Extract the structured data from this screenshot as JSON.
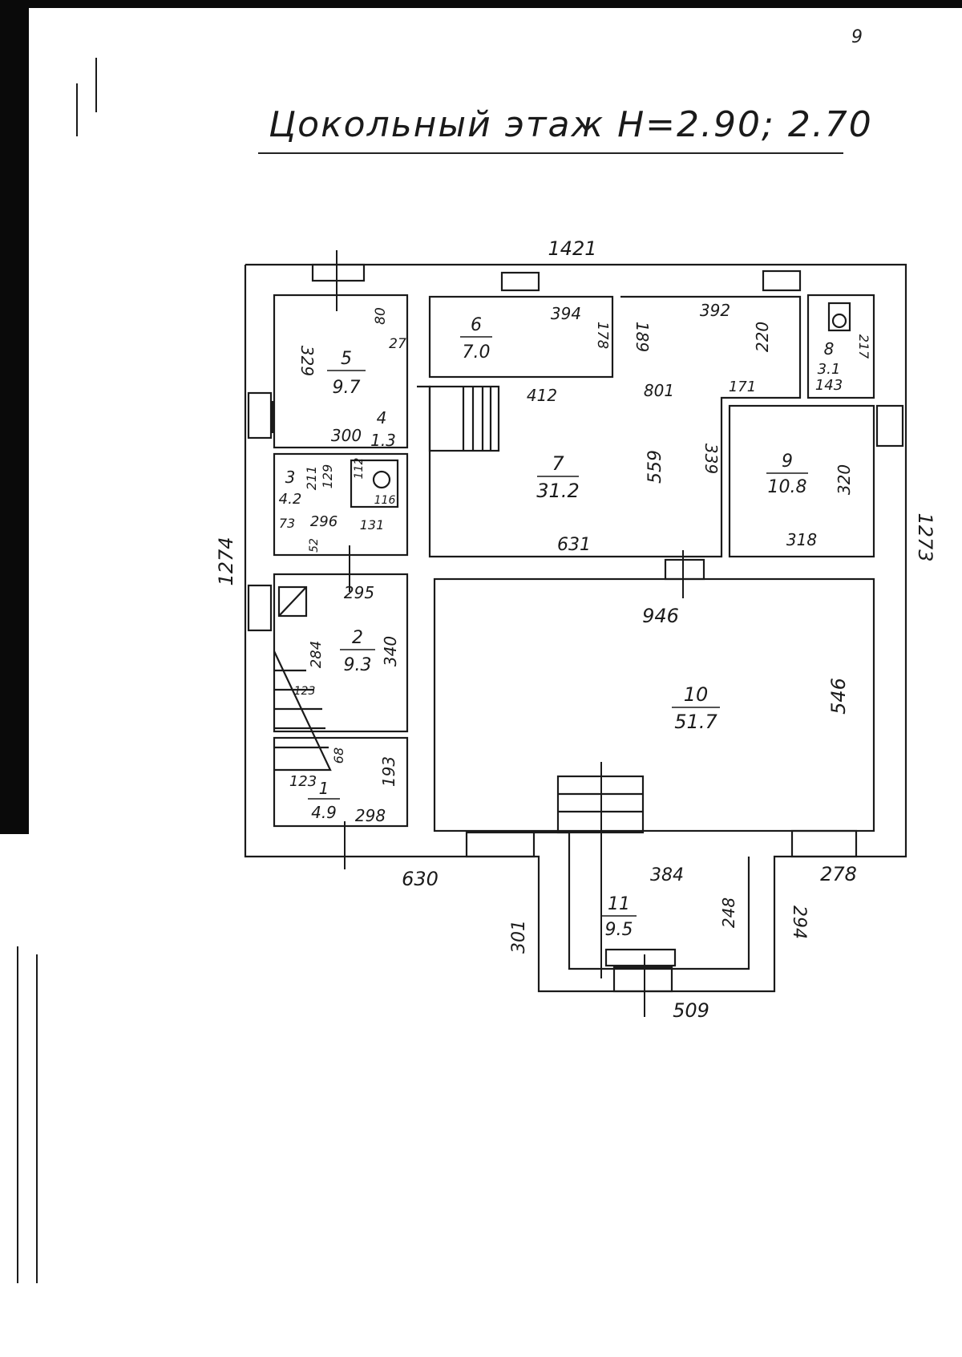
{
  "header": {
    "page_number": "9",
    "title": "Цокольный этаж H=2.90; 2.70"
  },
  "rooms": [
    {
      "no": "1",
      "area": "4.9"
    },
    {
      "no": "2",
      "area": "9.3"
    },
    {
      "no": "3",
      "area": "4.2"
    },
    {
      "no": "4",
      "area": "1.3"
    },
    {
      "no": "5",
      "area": "9.7"
    },
    {
      "no": "6",
      "area": "7.0"
    },
    {
      "no": "7",
      "area": "31.2"
    },
    {
      "no": "8",
      "area": "3.1"
    },
    {
      "no": "9",
      "area": "10.8"
    },
    {
      "no": "10",
      "area": "51.7"
    },
    {
      "no": "11",
      "area": "9.5"
    }
  ],
  "dimensions": {
    "overall_top": "1421",
    "overall_left": "1274",
    "overall_right": "1273",
    "bottom_left": "630",
    "bottom_right": "278",
    "annex_left": "301",
    "annex_right": "294",
    "annex_bottom": "509",
    "r5_height": "329",
    "r5_width": "300",
    "r5_n1": "80",
    "r5_n2": "27",
    "r6_width": "394",
    "r6_height": "178",
    "r7_top_a": "189",
    "r7_top_b": "392",
    "r7_412": "412",
    "r7_801": "801",
    "r7_171": "171",
    "r7_220": "220",
    "r7_height": "559",
    "r7_339": "339",
    "r7_width": "631",
    "r8_217": "217",
    "r8_143": "143",
    "r9_height": "320",
    "r9_width": "318",
    "r3_211": "211",
    "r3_129": "129",
    "r3_112": "112",
    "r3_116": "116",
    "r3_73": "73",
    "r3_296": "296",
    "r3_131": "131",
    "r3_52": "52",
    "r2_295": "295",
    "r2_284": "284",
    "r2_340": "340",
    "r2_123": "123",
    "r1_68": "68",
    "r1_123": "123",
    "r1_193": "193",
    "r1_298": "298",
    "r10_946": "946",
    "r10_546": "546",
    "r11_384": "384",
    "r11_248": "248"
  }
}
